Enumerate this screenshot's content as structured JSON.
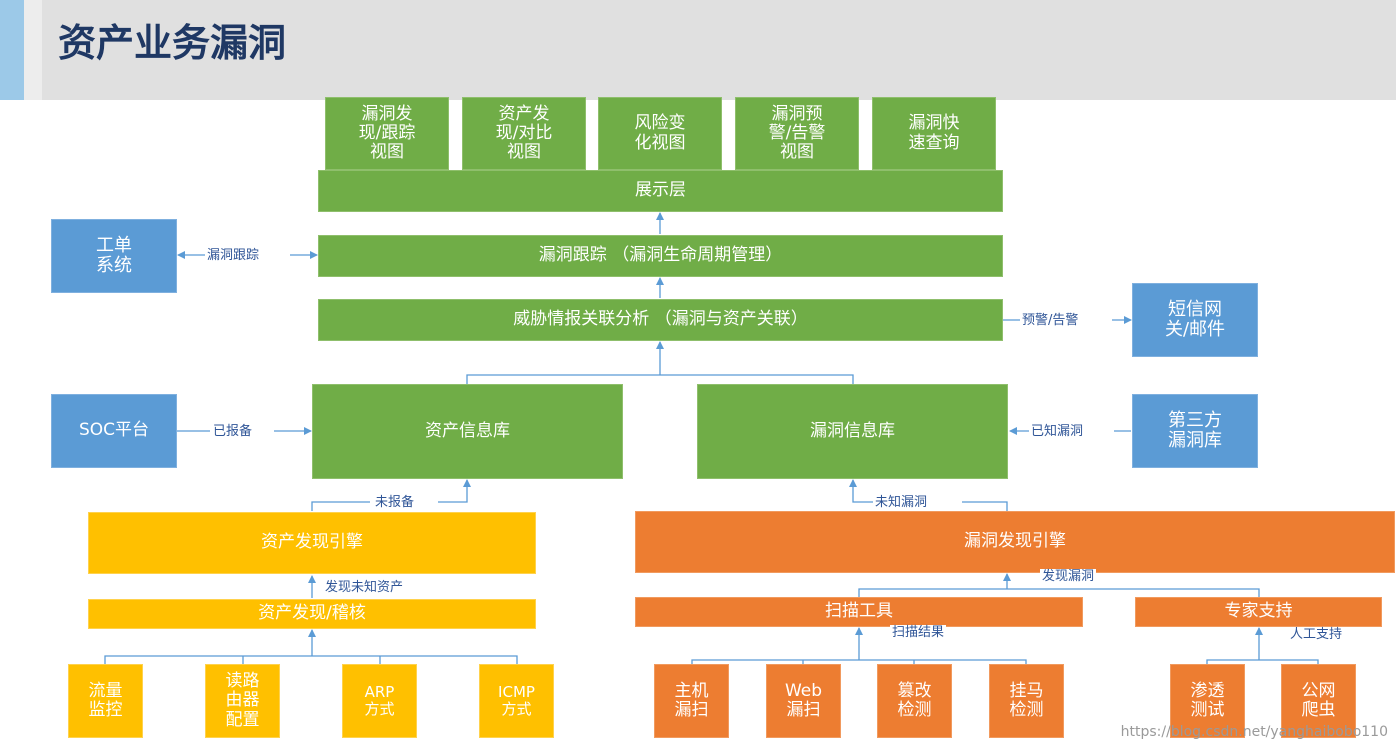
{
  "title": "资产业务漏洞",
  "display_items": [
    "漏洞发\n现/跟踪\n视图",
    "资产发\n现/对比\n视图",
    "风险变\n化视图",
    "漏洞预\n警/告警\n视图",
    "漏洞快\n速查询"
  ],
  "layers": {
    "display": "展示层",
    "tracking": "漏洞跟踪 （漏洞生命周期管理）",
    "analysis": "威胁情报关联分析 （漏洞与资产关联）",
    "asset_db": "资产信息库",
    "vuln_db": "漏洞信息库",
    "asset_engine": "资产发现引擎",
    "asset_discovery": "资产发现/稽核",
    "vuln_engine": "漏洞发现引擎",
    "scan_tools": "扫描工具",
    "expert_support": "专家支持"
  },
  "external": {
    "ticket": "工单\n系统",
    "sms": "短信网\n关/邮件",
    "soc": "SOC平台",
    "third_party": "第三方\n漏洞库"
  },
  "asset_sources": [
    "流量\n监控",
    "读路\n由器\n配置",
    "ARP\n方式",
    "ICMP\n方式"
  ],
  "scan_types": [
    "主机\n漏扫",
    "Web\n漏扫",
    "篡改\n检测",
    "挂马\n检测"
  ],
  "expert_types": [
    "渗透\n测试",
    "公网\n爬虫"
  ],
  "labels": {
    "vuln_tracking": "漏洞跟踪",
    "warning": "预警/告警",
    "reported": "已报备",
    "known_vuln": "已知漏洞",
    "unreported": "未报备",
    "unknown_vuln": "未知漏洞",
    "found_unknown_asset": "发现未知资产",
    "found_vuln": "发现漏洞",
    "scan_result": "扫描结果",
    "manual_support": "人工支持"
  },
  "watermark": "https://blog.csdn.net/yanghaibobo110",
  "colors": {
    "green": "#70ad47",
    "blue": "#5b9bd5",
    "yellow": "#ffc000",
    "orange": "#ed7d31",
    "line": "#5b9bd5",
    "title": "#1f3864"
  }
}
